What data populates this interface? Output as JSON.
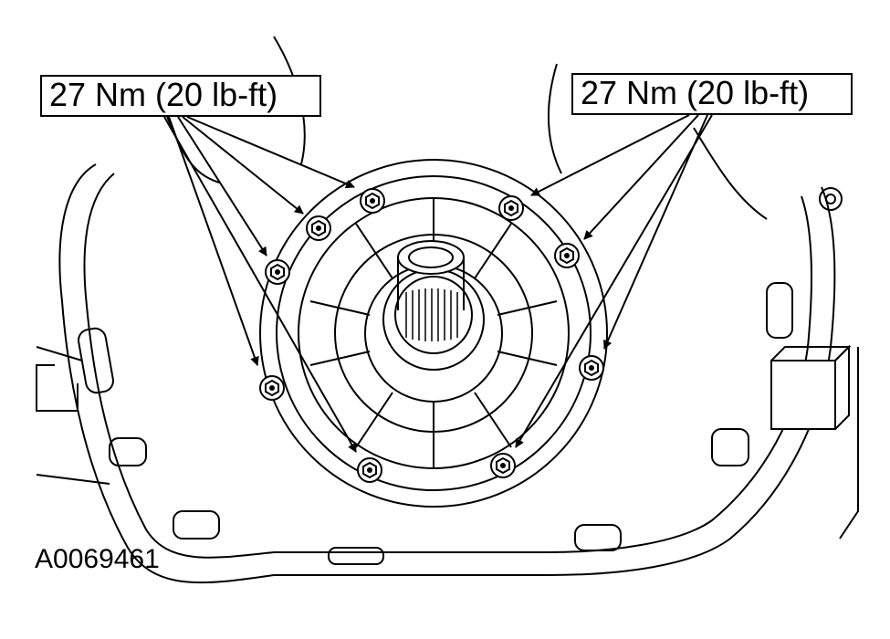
{
  "callouts": {
    "left": "27 Nm (20 lb-ft)",
    "right": "27 Nm (20 lb-ft)"
  },
  "figure_id": "A0069461",
  "colors": {
    "line": "#000000",
    "background": "#ffffff"
  }
}
